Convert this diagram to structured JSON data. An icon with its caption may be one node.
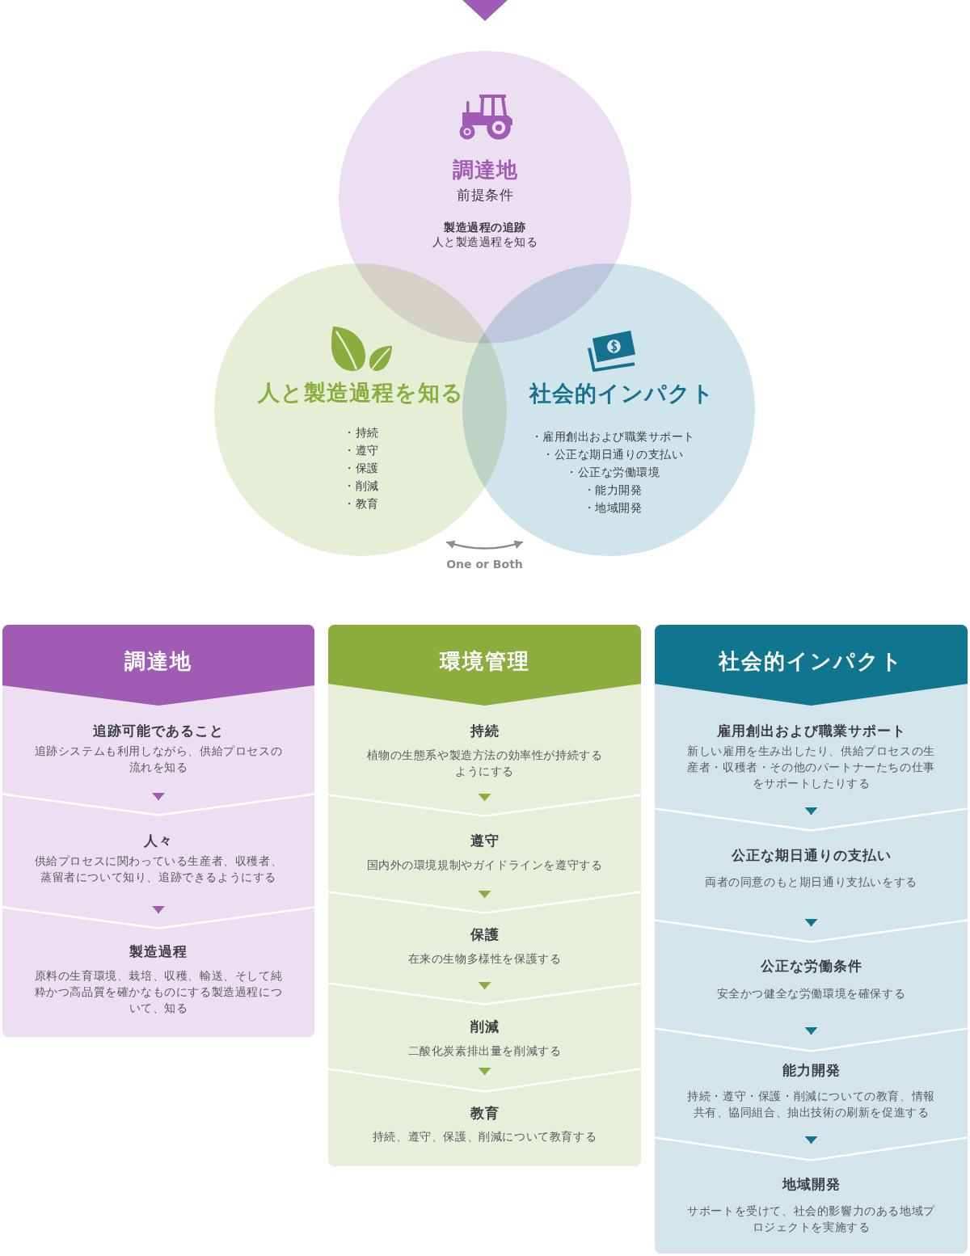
{
  "diagram": {
    "nodes": [
      {
        "text": [
          "調達地",
          "前提条件",
          "製造過程の追跡",
          "人と製造過程を知る"
        ]
      },
      {
        "text": [
          "人と製造過程を知る",
          "・持続",
          "・遵守",
          "・保護",
          "・削減",
          "・教育"
        ]
      },
      {
        "text": [
          "社会的インパクト",
          "・雇用創出および職業サポート",
          "・公正な期日通りの支払い",
          "・公正な労働環境",
          "・能力開発",
          "・地域開発"
        ]
      },
      {
        "text": [
          "調達地"
        ]
      },
      {
        "text": [
          "追跡可能であること",
          "追跡システムも利用しながら、供給プロセスの流れを知る"
        ],
        "in": 3
      },
      {
        "text": [
          "人々",
          "供給プロセスに関わっている生産者、収穫者、蒸留者について知り、追跡できるようにする"
        ],
        "in": 3
      },
      {
        "text": [
          "製造過程",
          "原料の生育環境、栽培、収穫、輸送、そして純粋かつ高品質を確かなものにする製造過程について、知る"
        ],
        "in": 3
      },
      {
        "text": [
          "環境管理"
        ]
      },
      {
        "text": [
          "持続",
          "植物の生態系や製造方法の効率性が持続するようにする"
        ],
        "in": 7
      },
      {
        "text": [
          "遵守",
          "国内外の環境規制やガイドラインを遵守する"
        ],
        "in": 7
      },
      {
        "text": [
          "保護",
          "在来の生物多様性を保護する"
        ],
        "in": 7
      },
      {
        "text": [
          "削減",
          "二酸化炭素排出量を削減する"
        ],
        "in": 7
      },
      {
        "text": [
          "教育",
          "持続、遵守、保護、削減について教育する"
        ],
        "in": 7
      },
      {
        "text": [
          "社会的インパクト"
        ]
      },
      {
        "text": [
          "雇用創出および職業サポート",
          "新しい雇用を生み出したり、供給プロセスの生産者・収穫者・その他のパートナーたちの仕事をサポートしたりする"
        ],
        "in": 13
      },
      {
        "text": [
          "公正な期日通りの支払い",
          "両者の同意のもと期日通り支払いをする"
        ],
        "in": 13
      },
      {
        "text": [
          "公正な労働条件",
          "安全かつ健全な労働環境を確保する"
        ],
        "in": 13
      },
      {
        "text": [
          "能力開発",
          "持続・遵守・保護・削減についての教育、情報共有、協同組合、抽出技術の刷新を促進する"
        ],
        "in": 13
      },
      {
        "text": [
          "地域開発",
          "サポートを受けて、社会的影響力のある地域プロジェクトを実施する"
        ],
        "in": 13
      }
    ],
    "edges": [
      {
        "from": null,
        "to": 0,
        "arrow": "to",
        "color": "#a05cb4"
      },
      {
        "from": 1,
        "to": 2,
        "arrow": "both",
        "label": "One or Both",
        "color": "#8c8c8c"
      },
      {
        "from": 4,
        "to": 5,
        "arrow": "to",
        "color": "#a05cb4"
      },
      {
        "from": 5,
        "to": 6,
        "arrow": "to",
        "color": "#a05cb4"
      },
      {
        "from": 8,
        "to": 9,
        "arrow": "to",
        "color": "#8aad3e"
      },
      {
        "from": 9,
        "to": 10,
        "arrow": "to",
        "color": "#8aad3e"
      },
      {
        "from": 10,
        "to": 11,
        "arrow": "to",
        "color": "#8aad3e"
      },
      {
        "from": 11,
        "to": 12,
        "arrow": "to",
        "color": "#8aad3e"
      },
      {
        "from": 14,
        "to": 15,
        "arrow": "to",
        "color": "#10768f"
      },
      {
        "from": 15,
        "to": 16,
        "arrow": "to",
        "color": "#10768f"
      },
      {
        "from": 16,
        "to": 17,
        "arrow": "to",
        "color": "#10768f"
      },
      {
        "from": 17,
        "to": 18,
        "arrow": "to",
        "color": "#10768f"
      }
    ]
  }
}
